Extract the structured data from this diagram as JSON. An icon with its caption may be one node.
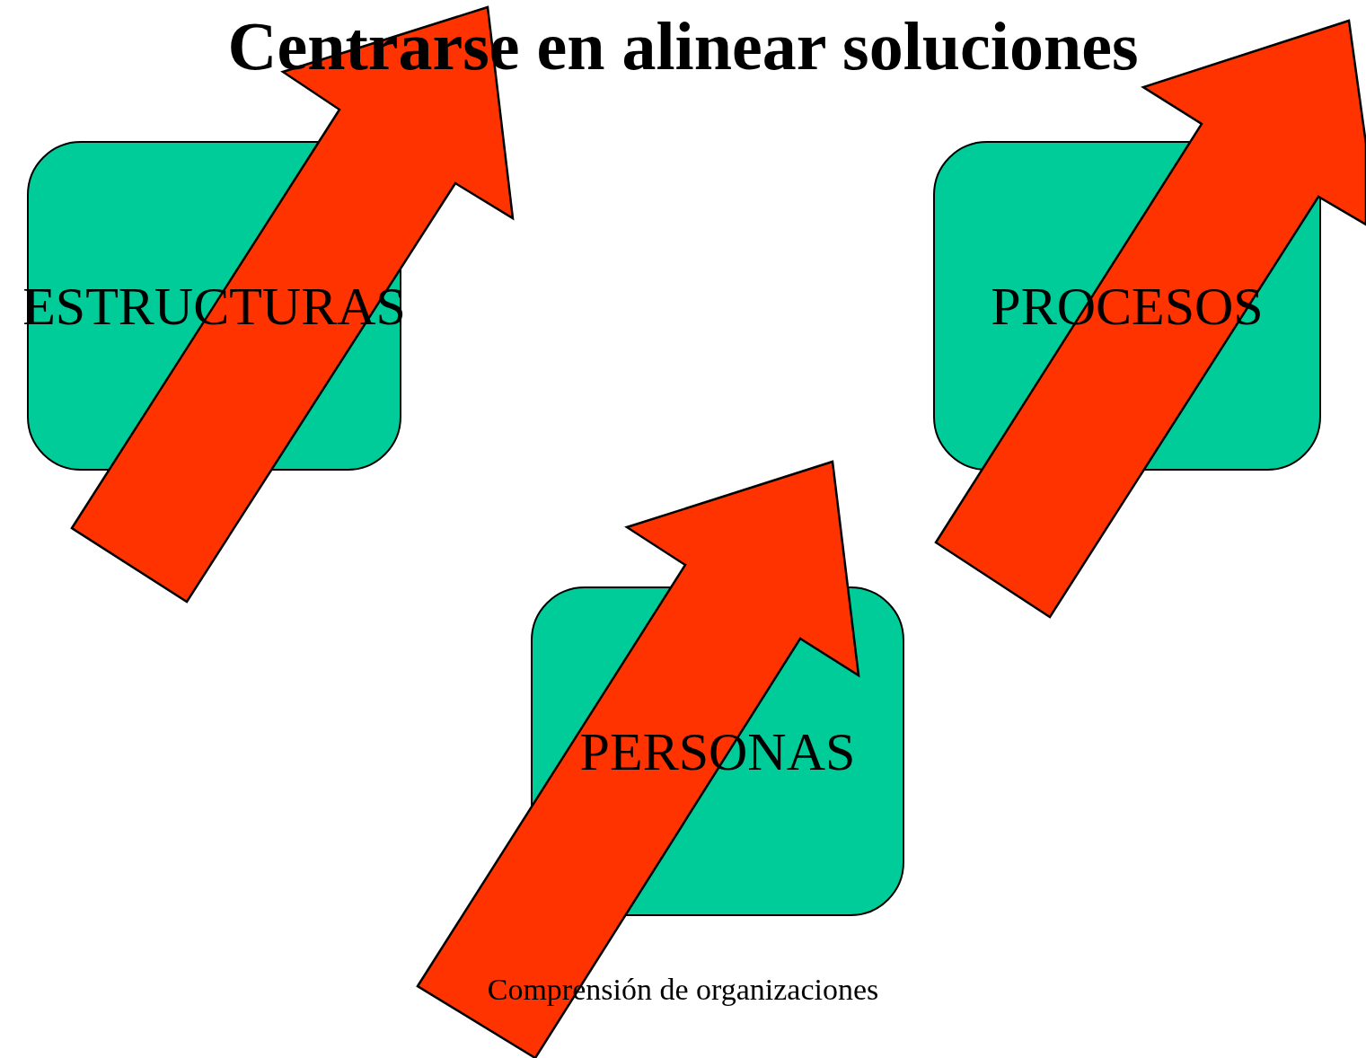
{
  "diagram": {
    "title": "Centrarse en alinear soluciones",
    "caption": "Comprensión de organizaciones",
    "nodes": [
      {
        "text": [
          "ESTRUCTURAS"
        ]
      },
      {
        "text": [
          "PROCESOS"
        ]
      },
      {
        "text": [
          "PERSONAS"
        ]
      }
    ]
  }
}
